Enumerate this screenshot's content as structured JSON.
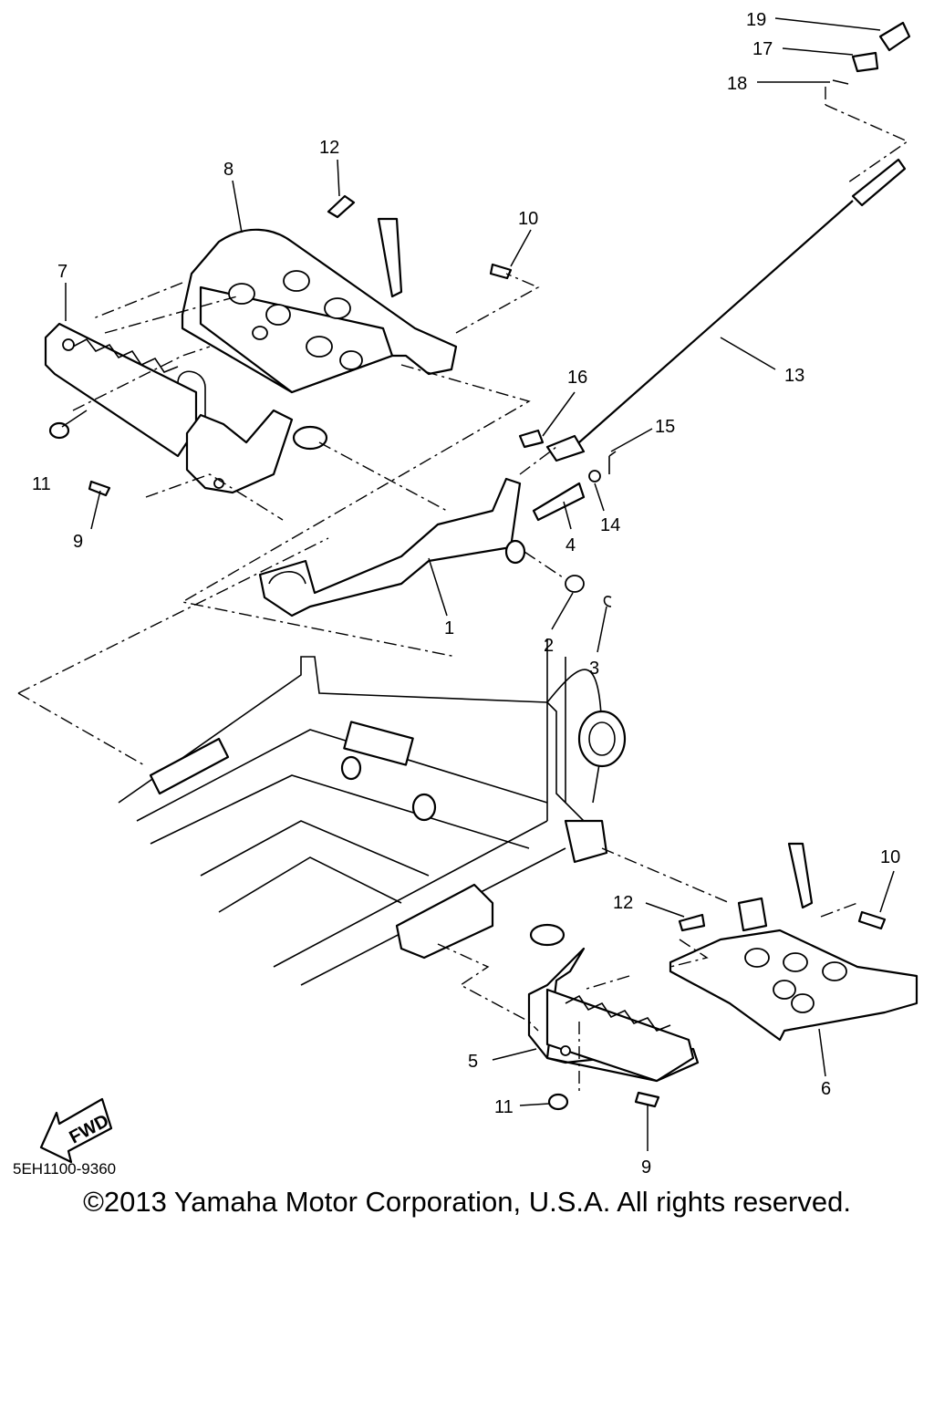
{
  "diagram": {
    "callouts": {
      "p1": "1",
      "p2": "2",
      "p3": "3",
      "p4": "4",
      "p5": "5",
      "p6": "6",
      "p7": "7",
      "p8": "8",
      "p9a": "9",
      "p9b": "9",
      "p10a": "10",
      "p10b": "10",
      "p11a": "11",
      "p11b": "11",
      "p12a": "12",
      "p12b": "12",
      "p13": "13",
      "p14": "14",
      "p15": "15",
      "p16": "16",
      "p17": "17",
      "p18": "18",
      "p19": "19"
    },
    "fwd_label": "FWD",
    "drawing_code": "5EH1100-9360"
  },
  "footer": {
    "copyright": "©2013 Yamaha Motor Corporation, U.S.A. All rights reserved."
  }
}
